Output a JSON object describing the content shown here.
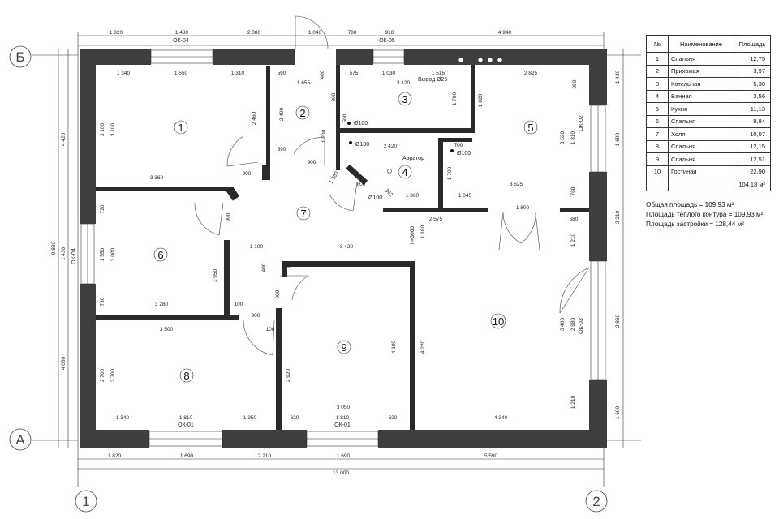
{
  "table": {
    "headers": {
      "num": "№",
      "name": "Наименование",
      "area": "Площадь"
    },
    "rows": [
      {
        "num": "1",
        "name": "Спальня",
        "area": "12,75"
      },
      {
        "num": "2",
        "name": "Прихожая",
        "area": "3,97"
      },
      {
        "num": "3",
        "name": "Котельная",
        "area": "5,30"
      },
      {
        "num": "4",
        "name": "Ванная",
        "area": "3,56"
      },
      {
        "num": "5",
        "name": "Кухня",
        "area": "11,13"
      },
      {
        "num": "6",
        "name": "Спальня",
        "area": "9,84"
      },
      {
        "num": "7",
        "name": "Холл",
        "area": "10,07"
      },
      {
        "num": "8",
        "name": "Спальня",
        "area": "12,15"
      },
      {
        "num": "9",
        "name": "Спальня",
        "area": "12,51"
      },
      {
        "num": "10",
        "name": "Гостиная",
        "area": "22,90"
      }
    ],
    "total": "104,18 м²"
  },
  "totals": {
    "total_area": "Общая площадь = 109,93 м²",
    "warm_area": "Площадь тёплого контура = 109,93 м²",
    "building_area": "Площадь застройки = 128,44 м²"
  },
  "axes": {
    "a": "А",
    "b": "Б",
    "one": "1",
    "two": "2"
  },
  "rooms": {
    "r1": "1",
    "r2": "2",
    "r3": "3",
    "r4": "4",
    "r5": "5",
    "r6": "6",
    "r7": "7",
    "r8": "8",
    "r9": "9",
    "r10": "10"
  },
  "windows": {
    "ok04_top": "ОК-04",
    "ok05": "ОК-05",
    "ok04_left": "ОК-04",
    "ok02": "ОК-02",
    "ok03": "ОК-03",
    "ok01_left": "ОК-01",
    "ok01_right": "ОК-01"
  },
  "notes": {
    "vyvod": "Вывод Ø25",
    "aerator": "Аэратор",
    "d100_a": "Ø100",
    "d100_b": "Ø100",
    "d100_c": "Ø100",
    "d100_d": "Ø100",
    "h3000": "h=3000"
  },
  "dims": {
    "top": {
      "t1": "1 820",
      "t2": "1 430",
      "t3": "2 080",
      "t4": "1 040",
      "t5": "780",
      "t6": "910",
      "t7": "4 940"
    },
    "bottom": {
      "b1": "1 820",
      "b2": "1 690",
      "b3": "2 210",
      "b4": "1 690",
      "b5": "5 590",
      "total": "13 000"
    },
    "left": {
      "l1": "4 420",
      "l2": "9 880",
      "l3": "1 430",
      "l4": "4 030"
    },
    "right": {
      "r1": "1 430",
      "r2": "1 690",
      "r3": "2 210",
      "r4": "2 860",
      "r5": "1 690"
    },
    "inner": {
      "d1340a": "1 340",
      "d1550a": "1 550",
      "d1310": "1 310",
      "d590a": "590",
      "d1655": "1 655",
      "d400a": "400",
      "d575": "575",
      "d1030": "1 030",
      "d1515": "1 515",
      "d2825": "2 825",
      "d3120": "3 120",
      "d3100a": "3 100",
      "d3100b": "3 100",
      "d2460": "2 460",
      "d2400": "2 400",
      "d800a": "800",
      "d500": "500",
      "d1700a": "1 700",
      "d1820": "1 820",
      "d950": "950",
      "d3520": "3 520",
      "d1810r": "1 810",
      "d590b": "590",
      "d1200": "1 200",
      "d900a": "900",
      "d2420": "2 420",
      "d700": "700",
      "d1700b": "1 700",
      "d3360": "3 360",
      "d900b": "900",
      "d1360a": "1 360",
      "d800b": "800",
      "d362": "362",
      "d1360b": "1 360",
      "d1045": "1 045",
      "d3525": "3 525",
      "d760": "760",
      "d2575": "2 575",
      "d1800": "1 800",
      "d680": "680",
      "d720": "720",
      "d900c": "900",
      "d1180": "1 180",
      "d1210a": "1 210",
      "d1550b": "1 550",
      "d3000": "3 000",
      "d1100": "1 100",
      "d3420": "3 420",
      "d400b": "400",
      "d280": "280",
      "d1950": "1 950",
      "d730": "730",
      "d3280": "3 280",
      "d100a": "100",
      "d900d": "900",
      "d3500": "3 500",
      "d100b": "100",
      "d4100": "4 100",
      "d4220": "4 220",
      "d2980": "2 980",
      "d3400": "3 400",
      "d2700a": "2 700",
      "d2700b": "2 700",
      "d2920": "2 920",
      "d3050": "3 050",
      "d4240": "4 240",
      "d1210b": "1 210",
      "d1340b": "1 340",
      "d1810a": "1 810",
      "d1350": "1 350",
      "d620a": "620",
      "d1810b": "1 810",
      "d620b": "620"
    }
  }
}
